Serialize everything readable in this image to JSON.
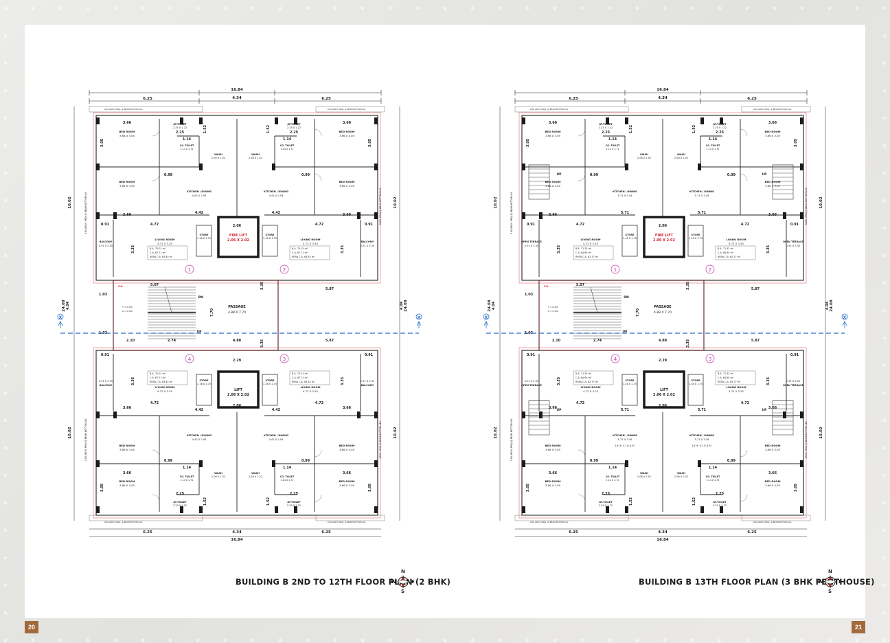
{
  "pages": {
    "left_number": "20",
    "right_number": "21"
  },
  "captions": {
    "left": "BUILDING B 2ND TO 12TH FLOOR PLAN (2 BHK)",
    "right": "BUILDING B 13TH FLOOR PLAN (3 BHK PENTHOUSE)"
  },
  "compass": {
    "n": "N",
    "s": "S",
    "e": "E",
    "w": "W"
  },
  "colors": {
    "wall": "#1b1b1b",
    "accent_red": "#d0202a",
    "section_line": "#2a6cc9",
    "unit_number": "#c23aa6",
    "page_tab": "#a26a3c"
  },
  "plan_common": {
    "overall_width": "16.84",
    "center_width": "4.34",
    "wing_width": "6.25",
    "overall_depth": "24.08",
    "depth_sub": "4.04",
    "wing_depth": "10.02",
    "arch_note": "0.60 ARCH. PROJ. @ BEAM BOTTOM LVL.",
    "side_note_left": "0.60 ARCH. PROJ @ BEAM BOTTOM LVL",
    "side_note_right": "ARCH. PROJ.@ BEAM BOTTOM LEV.",
    "passage_label": "PASSAGE",
    "passage_size": "4.88 X 7.70",
    "fire_lift_label": "FIRE LIFT",
    "fire_lift_size": "2.06 X 2.02",
    "lift_label": "LIFT",
    "lift_size": "2.06 X 2.02",
    "section_mark": "X",
    "dn": "DN",
    "up": "UP",
    "fhc": "F.H.",
    "tr_note": "T = 0.250\nR = 0.150",
    "units": [
      "1",
      "2",
      "3",
      "4"
    ]
  },
  "plan_left": {
    "rooms": {
      "bed": "BED ROOM",
      "bed_size": "3.66 X 3.05",
      "attoilet": "AT.TOILET",
      "attoilet_size": "2.25 X 1.22",
      "cotoilet": "CO. TOILET",
      "cotoilet_size": "1.14 X 1.71",
      "wash": "WASH",
      "wash_size": "2.06 X 1.52",
      "kitchen": "KITCHEN / DINING",
      "kitchen_size": "4.42 X 2.93",
      "living": "LIVING ROOM",
      "living_size": "4.72 X 3.35",
      "store": "STORE",
      "store_size": "1.18 X 1.75",
      "balcony": "BALCONY",
      "balcony_size": "0.91 X 3.35",
      "ba": "B.A. 75.01 m²",
      "ca": "C.A. 67.71 m²",
      "rera": "RERA C.A. 63.45 m²"
    }
  },
  "plan_right": {
    "rooms": {
      "bed": "BED ROOM",
      "bed_size": "3.66 X 3.05",
      "attoilet": "AT.TOILET",
      "attoilet_size": "2.25 X 1.22",
      "cotoilet": "CO. TOILET",
      "cotoilet_size": "1.14 X 1.71",
      "wash": "WASH",
      "wash_size": "2.06 X 1.52",
      "kitchen": "KITCHEN / DINING",
      "kitchen_size": "5.71 X 3.16",
      "kitchen_size_b": "18'-9\" X 10'-4½\"",
      "living": "LIVING ROOM",
      "living_size": "4.72 X 3.25",
      "store": "STORE",
      "store_size": "1.18 X 1.75",
      "terrace": "OPEN TERRACE",
      "terrace_size": "0.91 X 3.35",
      "ba": "B.A. 71.32 m²",
      "ca": "C.A. 64.65 m²",
      "rera": "RERA C.A. 62.77 m²"
    }
  }
}
